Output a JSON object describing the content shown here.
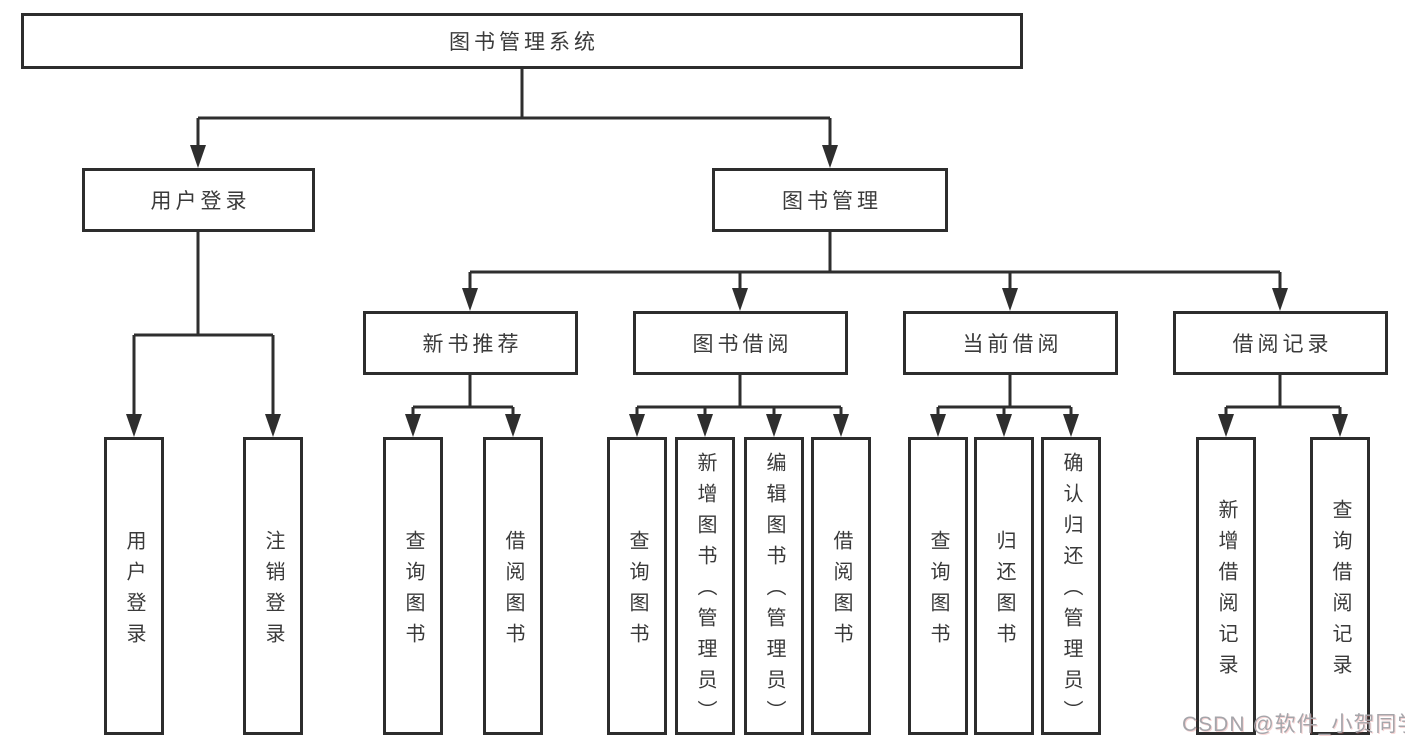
{
  "diagram": {
    "root": {
      "label": "图书管理系统"
    },
    "branches": [
      {
        "label": "用户登录",
        "children": [
          {
            "label": "用户登录"
          },
          {
            "label": "注销登录"
          }
        ]
      },
      {
        "label": "图书管理",
        "children": [
          {
            "label": "新书推荐",
            "children": [
              {
                "label": "查询图书"
              },
              {
                "label": "借阅图书"
              }
            ]
          },
          {
            "label": "图书借阅",
            "children": [
              {
                "label": "查询图书"
              },
              {
                "label": "新增图书（管理员）"
              },
              {
                "label": "编辑图书（管理员）"
              },
              {
                "label": "借阅图书"
              }
            ]
          },
          {
            "label": "当前借阅",
            "children": [
              {
                "label": "查询图书"
              },
              {
                "label": "归还图书"
              },
              {
                "label": "确认归还（管理员）"
              }
            ]
          },
          {
            "label": "借阅记录",
            "children": [
              {
                "label": "新增借阅记录"
              },
              {
                "label": "查询借阅记录"
              }
            ]
          }
        ]
      }
    ]
  },
  "watermark": {
    "text": "CSDN @软件_小贺同学"
  },
  "colors": {
    "line": "#2e2e2e",
    "box_border": "#2d2d2d",
    "text": "#3a3a3a",
    "background": "#ffffff",
    "watermark_text": "#a5a5aa",
    "watermark_shadow": "#e97878"
  }
}
